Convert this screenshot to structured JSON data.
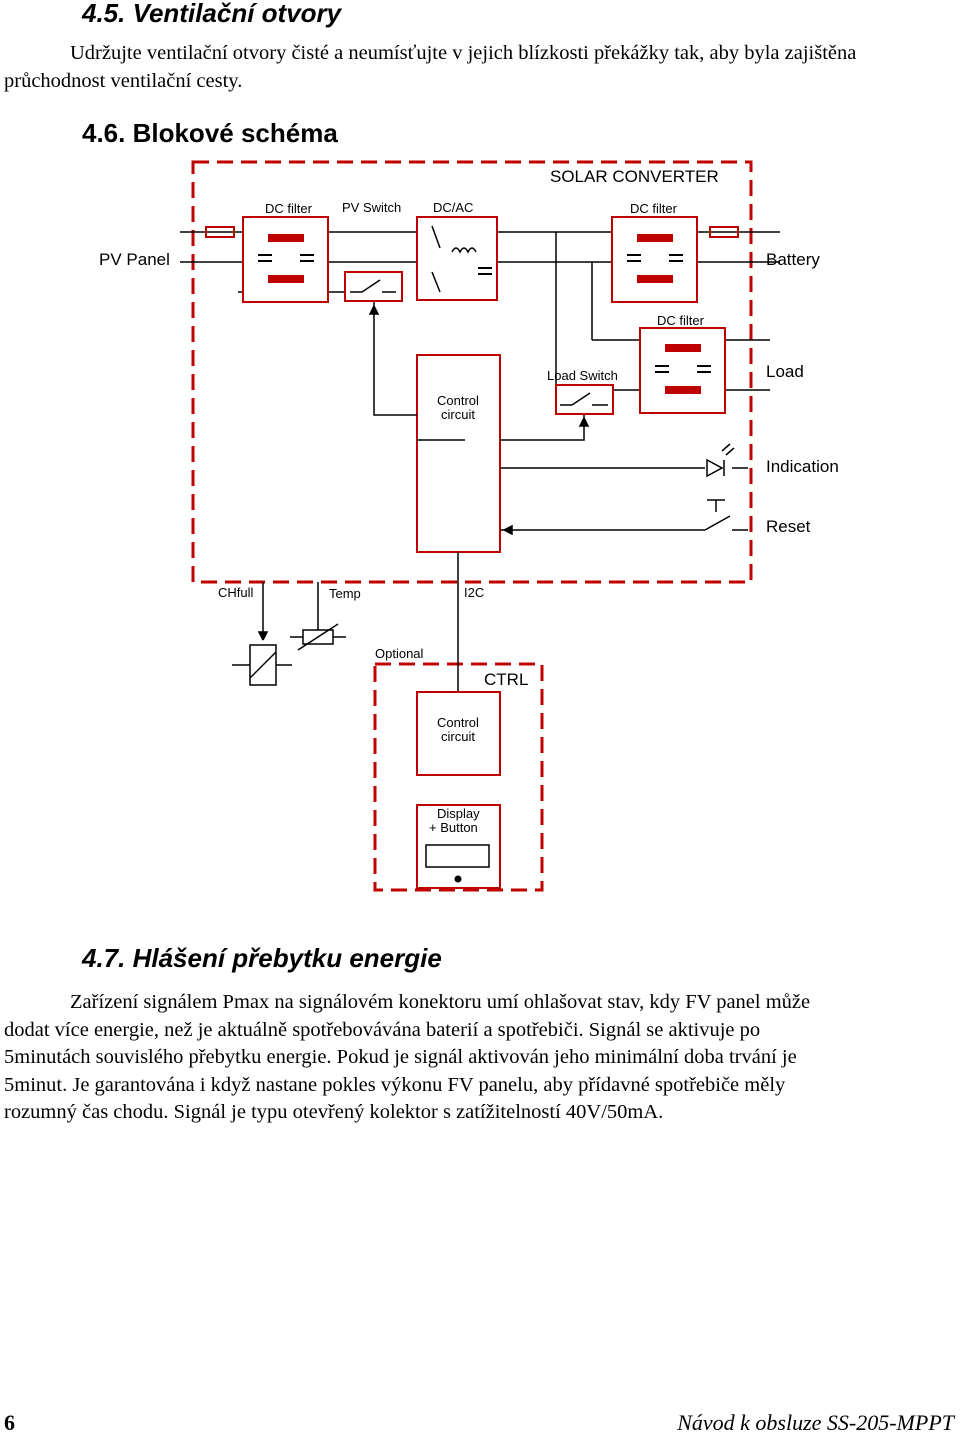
{
  "section_45": {
    "heading": "4.5.   Ventilační otvory",
    "text": "Udržujte ventilační otvory čisté a neumísťujte v jejich blízkosti překážky tak, aby byla zajištěna průchodnost ventilační cesty."
  },
  "section_46": {
    "heading": "4.6.   Blokové schéma"
  },
  "diagram": {
    "converter_title": "SOLAR CONVERTER",
    "dc_filter_in": "DC filter",
    "pv_switch": "PV Switch",
    "dcac": "DC/AC",
    "dc_filter_batt": "DC filter",
    "dc_filter_load": "DC filter",
    "load_switch": "Load Switch",
    "control_circuit_line1": "Control",
    "control_circuit_line2": "circuit",
    "pv_panel": "PV Panel",
    "battery": "Battery",
    "load": "Load",
    "indication": "Indication",
    "reset": "Reset",
    "chfull": "CHfull",
    "temp": "Temp",
    "i2c": "I2C",
    "optional": "Optional",
    "ctrl": "CTRL",
    "ctrl_circuit_line1": "Control",
    "ctrl_circuit_line2": "circuit",
    "display_line1": "Display",
    "display_line2": "+ Button"
  },
  "section_47": {
    "heading": "4.7.   Hlášení přebytku energie",
    "lines": [
      "Zařízení signálem Pmax na signálovém konektoru umí ohlašovat stav, kdy FV panel může",
      "dodat více energie, než je aktuálně spotřebovávána baterií a spotřebiči. Signál se aktivuje po",
      "5minutách souvislého přebytku energie.  Pokud je signál aktivován jeho minimální doba trvání je",
      "5minut. Je garantována i když nastane pokles výkonu FV panelu, aby přídavné spotřebiče měly",
      "rozumný čas chodu. Signál je typu otevřený kolektor s zatížitelností 40V/50mA."
    ]
  },
  "footer": {
    "page_number": "6",
    "doc_title": "Návod k obsluze SS-205-MPPT"
  }
}
